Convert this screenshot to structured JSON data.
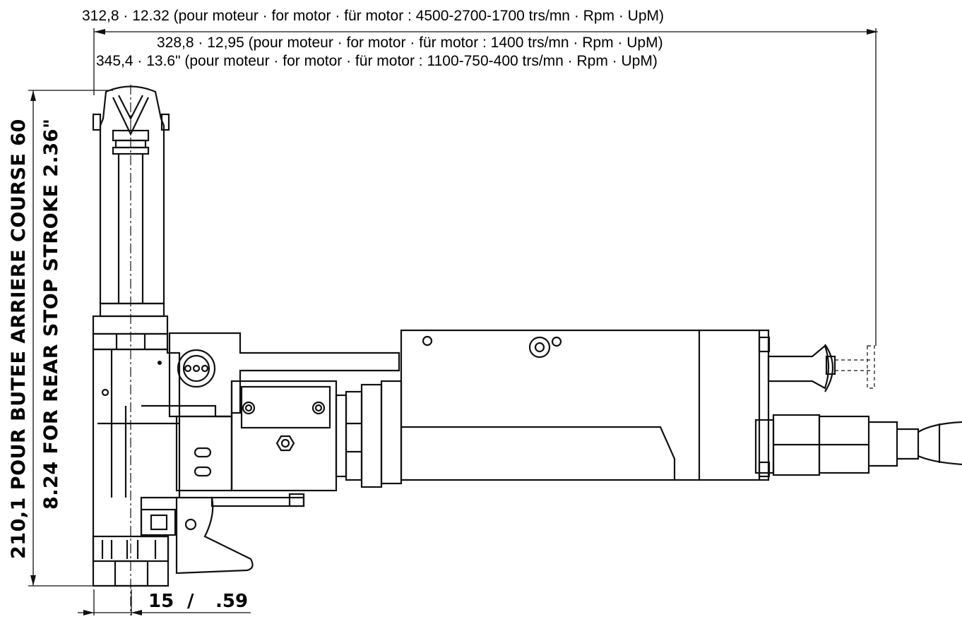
{
  "dimensions": {
    "length_motor_a": "312,8 · 12.32 (pour moteur · for motor · für motor : 4500-2700-1700 trs/mn · Rpm · UpM)",
    "length_motor_b": "328,8 · 12,95 (pour moteur · for motor · für motor : 1400 trs/mn · Rpm · UpM)",
    "length_motor_c": "345,4 · 13.6\" (pour moteur · for motor · für motor : 1100-750-400 trs/mn · Rpm · UpM)",
    "height_line1": "210,1 POUR BUTEE ARRIERE COURSE 60",
    "height_line2": "8.24 FOR REAR STOP STROKE 2.36\"",
    "offset_value": "15",
    "offset_separator": "/",
    "offset_inch": ".59"
  }
}
